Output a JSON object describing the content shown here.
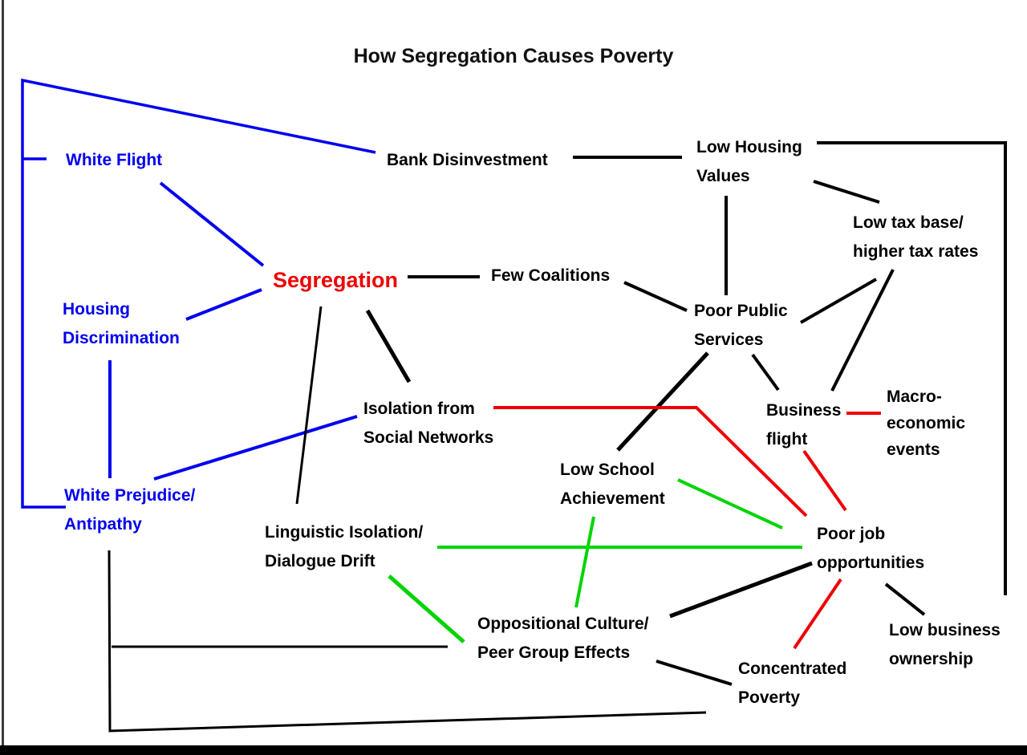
{
  "title": "How Segregation Causes Poverty",
  "colors": {
    "black": "#000000",
    "blue": "#0000ee",
    "red": "#ee0000",
    "green": "#00d400"
  },
  "nodes": {
    "white_flight": {
      "label": "White Flight",
      "color": "blue"
    },
    "bank_disinvestment": {
      "label": "Bank Disinvestment",
      "color": "black"
    },
    "low_housing_values": {
      "label": "Low Housing\nValues",
      "color": "black"
    },
    "low_tax_base": {
      "label": "Low tax base/\nhigher tax rates",
      "color": "black"
    },
    "segregation": {
      "label": "Segregation",
      "color": "red"
    },
    "few_coalitions": {
      "label": "Few Coalitions",
      "color": "black"
    },
    "poor_public_services": {
      "label": "Poor Public\nServices",
      "color": "black"
    },
    "housing_discrimination": {
      "label": "Housing\nDiscrimination",
      "color": "blue"
    },
    "isolation_social_networks": {
      "label": "Isolation from\nSocial Networks",
      "color": "black"
    },
    "business_flight": {
      "label": "Business\nflight",
      "color": "black"
    },
    "macro_events": {
      "label": "Macro-\neconomic\nevents",
      "color": "black"
    },
    "low_school_achievement": {
      "label": "Low School\nAchievement",
      "color": "black"
    },
    "white_prejudice": {
      "label": "White Prejudice/\nAntipathy",
      "color": "blue"
    },
    "linguistic_isolation": {
      "label": "Linguistic Isolation/\nDialogue Drift",
      "color": "black"
    },
    "poor_job_opportunities": {
      "label": "Poor job\nopportunities",
      "color": "black"
    },
    "oppositional_culture": {
      "label": "Oppositional Culture/\nPeer Group Effects",
      "color": "black"
    },
    "concentrated_poverty": {
      "label": "Concentrated\nPoverty",
      "color": "black"
    },
    "low_business_ownership": {
      "label": "Low business\nownership",
      "color": "black"
    }
  },
  "edges": [
    {
      "from": "white_prejudice",
      "to": "bank_disinvestment",
      "color": "blue"
    },
    {
      "from": "white_prejudice",
      "to": "white_flight",
      "color": "blue"
    },
    {
      "from": "white_flight",
      "to": "segregation",
      "color": "blue"
    },
    {
      "from": "housing_discrimination",
      "to": "segregation",
      "color": "blue"
    },
    {
      "from": "white_prejudice",
      "to": "housing_discrimination",
      "color": "blue"
    },
    {
      "from": "white_prejudice",
      "to": "isolation_social_networks",
      "color": "blue"
    },
    {
      "from": "segregation",
      "to": "few_coalitions",
      "color": "black"
    },
    {
      "from": "bank_disinvestment",
      "to": "low_housing_values",
      "color": "black",
      "bidirectional": true
    },
    {
      "from": "low_housing_values",
      "to": "low_tax_base",
      "color": "black"
    },
    {
      "from": "low_housing_values",
      "to": "low_business_ownership",
      "color": "black"
    },
    {
      "from": "poor_public_services",
      "to": "low_housing_values",
      "color": "black"
    },
    {
      "from": "few_coalitions",
      "to": "poor_public_services",
      "color": "black"
    },
    {
      "from": "poor_public_services",
      "to": "low_tax_base",
      "color": "black",
      "bidirectional": true
    },
    {
      "from": "business_flight",
      "to": "low_tax_base",
      "color": "black",
      "bidirectional": true
    },
    {
      "from": "poor_public_services",
      "to": "business_flight",
      "color": "black"
    },
    {
      "from": "poor_public_services",
      "to": "low_school_achievement",
      "color": "black"
    },
    {
      "from": "segregation",
      "to": "isolation_social_networks",
      "color": "black"
    },
    {
      "from": "segregation",
      "to": "linguistic_isolation",
      "color": "black"
    },
    {
      "from": "isolation_social_networks",
      "to": "poor_job_opportunities",
      "color": "red"
    },
    {
      "from": "macro_events",
      "to": "business_flight",
      "color": "red"
    },
    {
      "from": "business_flight",
      "to": "poor_job_opportunities",
      "color": "red"
    },
    {
      "from": "poor_job_opportunities",
      "to": "concentrated_poverty",
      "color": "red"
    },
    {
      "from": "low_school_achievement",
      "to": "poor_job_opportunities",
      "color": "green"
    },
    {
      "from": "linguistic_isolation",
      "to": "poor_job_opportunities",
      "color": "green"
    },
    {
      "from": "oppositional_culture",
      "to": "low_school_achievement",
      "color": "green"
    },
    {
      "from": "oppositional_culture",
      "to": "linguistic_isolation",
      "color": "green"
    },
    {
      "from": "poor_job_opportunities",
      "to": "oppositional_culture",
      "color": "black"
    },
    {
      "from": "low_business_ownership",
      "to": "poor_job_opportunities",
      "color": "black"
    },
    {
      "from": "concentrated_poverty",
      "to": "oppositional_culture",
      "color": "black"
    },
    {
      "from": "oppositional_culture",
      "to": "white_prejudice",
      "color": "black"
    },
    {
      "from": "concentrated_poverty",
      "to": "white_prejudice",
      "color": "black"
    }
  ]
}
